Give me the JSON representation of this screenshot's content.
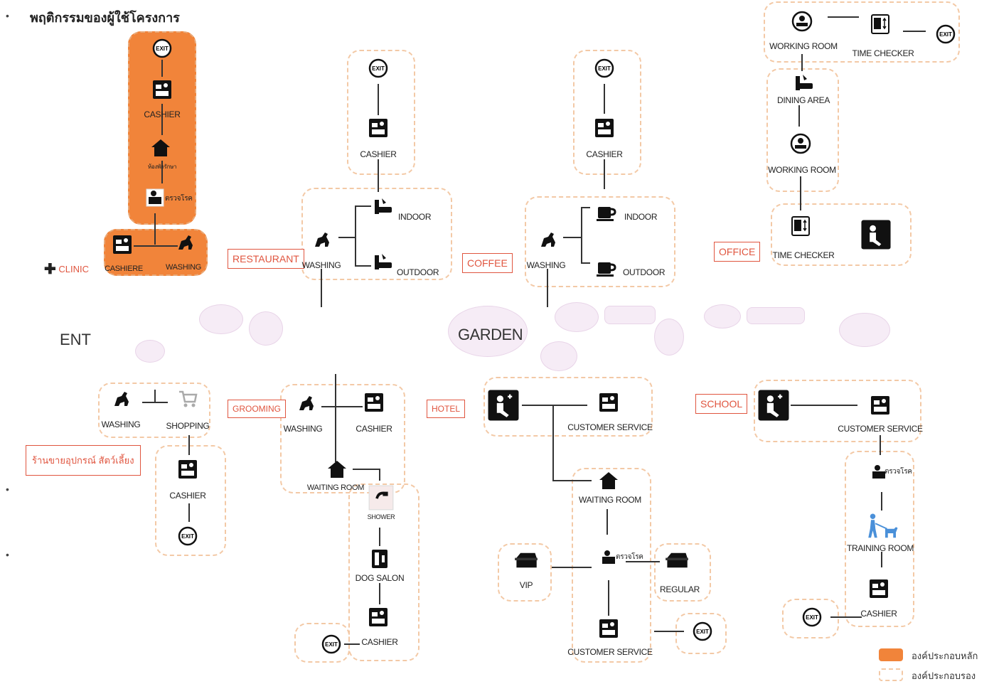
{
  "heading": "พฤติกรรมของผู้ใช้โครงการ",
  "bullets": [
    "•",
    "•",
    "•"
  ],
  "center": {
    "garden": "GARDEN",
    "ent": "ENT"
  },
  "tags": {
    "clinic": "CLINIC",
    "restaurant": "RESTAURANT",
    "coffee": "COFFEE",
    "office": "OFFICE",
    "grooming": "GROOMING",
    "hotel": "HOTEL",
    "school": "SCHOOL",
    "pet_shop": "ร้านขายอุปกรณ์ สัตว์เลี้ยง"
  },
  "clinic_labels": {
    "cashier": "CASHIER",
    "consult": "ห้องพักรักษา",
    "vet": "ตรวจโรค",
    "cashier2": "CASHIERE",
    "washing": "WASHING"
  },
  "restaurant_labels": {
    "cashier": "CASHIER",
    "washing": "WASHING",
    "indoor": "INDOOR",
    "outdoor": "OUTDOOR"
  },
  "coffee_labels": {
    "cashier": "CASHIER",
    "washing": "WASHING",
    "indoor": "INDOOR",
    "outdoor": "OUTDOOR"
  },
  "office_labels": {
    "working_room_1": "WORKING ROOM",
    "time_checker_1": "TIME CHECKER",
    "dining_area": "DINING AREA",
    "working_room_2": "WORKING ROOM",
    "time_checker_2": "TIME CHECKER"
  },
  "shop_labels": {
    "washing": "WASHING",
    "shopping": "SHOPPING",
    "cashier": "CASHIER"
  },
  "grooming_labels": {
    "washing": "WASHING",
    "cashier": "CASHIER",
    "waiting_room": "WAITING ROOM",
    "shower": "SHOWER",
    "dog_salon": "DOG SALON",
    "cashier2": "CASHIER"
  },
  "hotel_labels": {
    "customer_service": "CUSTOMER SERVICE",
    "waiting_room": "WAITING ROOM",
    "vet": "ตรวจโรค",
    "vip": "VIP",
    "regular": "REGULAR",
    "customer_service2": "CUSTOMER SERVICE"
  },
  "school_labels": {
    "customer_service": "CUSTOMER SERVICE",
    "vet": "ตรวจโรค",
    "training_room": "TRAINING ROOM",
    "cashier": "CASHIER"
  },
  "exit_text": "EXIT",
  "legend": {
    "main": "องค์ประกอบหลัก",
    "secondary": "องค์ประกอบรอง",
    "main_color": "#f1843a",
    "secondary_color": "#f3c9a6"
  }
}
